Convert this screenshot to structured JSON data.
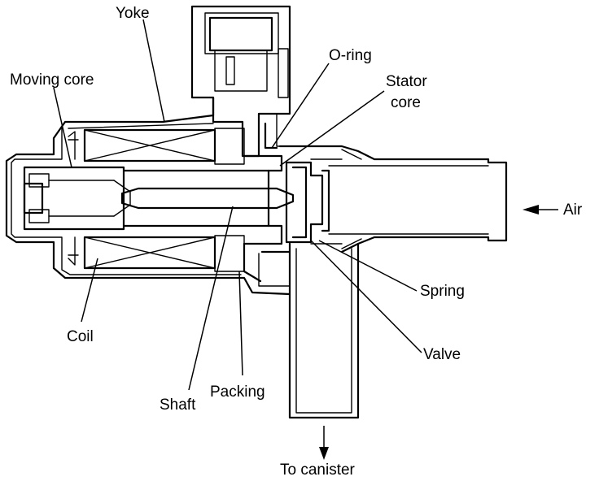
{
  "labels": {
    "yoke": "Yoke",
    "moving_core": "Moving core",
    "o_ring": "O-ring",
    "stator_core_line1": "Stator",
    "stator_core_line2": "core",
    "air": "Air",
    "spring": "Spring",
    "valve": "Valve",
    "coil": "Coil",
    "shaft": "Shaft",
    "packing": "Packing",
    "to_canister": "To canister"
  },
  "colors": {
    "line": "#000000",
    "background": "#ffffff"
  }
}
